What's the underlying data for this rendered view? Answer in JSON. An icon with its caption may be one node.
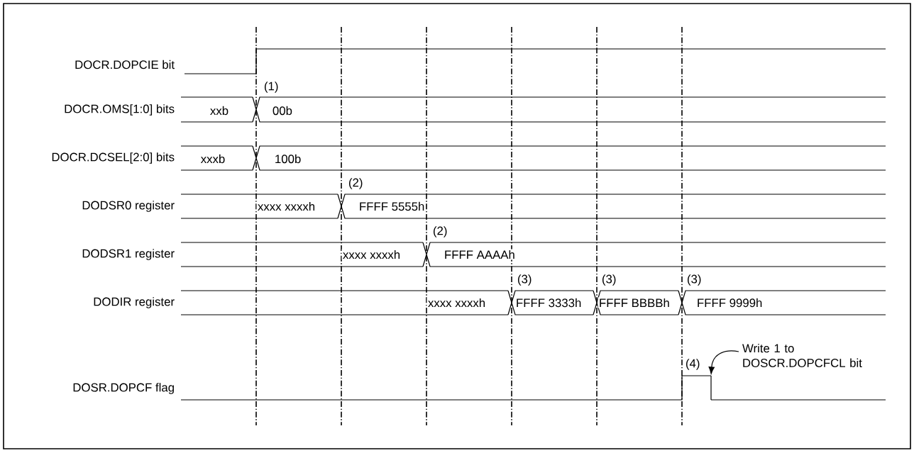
{
  "diagram": {
    "nodes": [
      {
        "text": [
          "Write 1 to DOSCR.DOPCFCL bit"
        ]
      },
      {
        "text": [],
        "shape": "bar"
      }
    ],
    "edges": [
      {
        "from": 0,
        "to": 1,
        "arrow": "to"
      }
    ],
    "labels": [
      "DOCR.DOPCIE bit",
      "(1)",
      "DOCR.OMS[1:0] bits",
      "xxb",
      "00b",
      "DOCR.DCSEL[2:0] bits",
      "xxxb",
      "100b",
      "(2)",
      "DODSR0 register",
      "xxxx xxxxh",
      "FFFF 5555h",
      "(2)",
      "DODSR1 register",
      "xxxx xxxxh",
      "FFFF AAAAh",
      "(3)",
      "(3)",
      "(3)",
      "DODIR register",
      "xxxx xxxxh",
      "FFFF 3333h",
      "FFFF BBBBh",
      "FFFF 9999h",
      "(4)",
      "DOSR.DOPCF flag"
    ]
  }
}
